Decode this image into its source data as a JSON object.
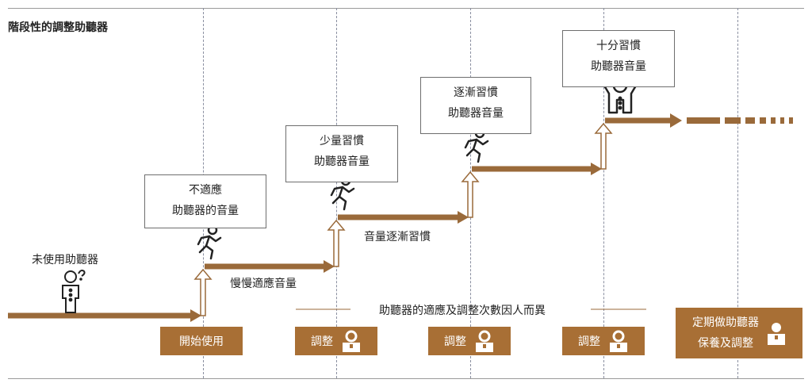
{
  "title": "階段性的調整助聽器",
  "stages": [
    {
      "line1": "不適應",
      "line2": "助聽器的音量"
    },
    {
      "line1": "少量習慣",
      "line2": "助聽器音量"
    },
    {
      "line1": "逐漸習慣",
      "line2": "助聽器音量"
    },
    {
      "line1": "十分習慣",
      "line2": "助聽器音量"
    }
  ],
  "labels": {
    "no_aid": "未使用助聽器",
    "slowly": "慢慢適應音量",
    "gradually": "音量逐漸習慣",
    "note": "助聽器的適應及調整次數因人而異"
  },
  "tags": {
    "start": "開始使用",
    "adjust": "調整",
    "periodic_line1": "定期做助聽器",
    "periodic_line2": "保養及調整"
  },
  "colors": {
    "brown": "#a86f35",
    "arrow": "#9a6a3a"
  },
  "icons": [
    "question-person-icon",
    "runner-icon",
    "cheering-person-icon",
    "user-badge-icon"
  ]
}
